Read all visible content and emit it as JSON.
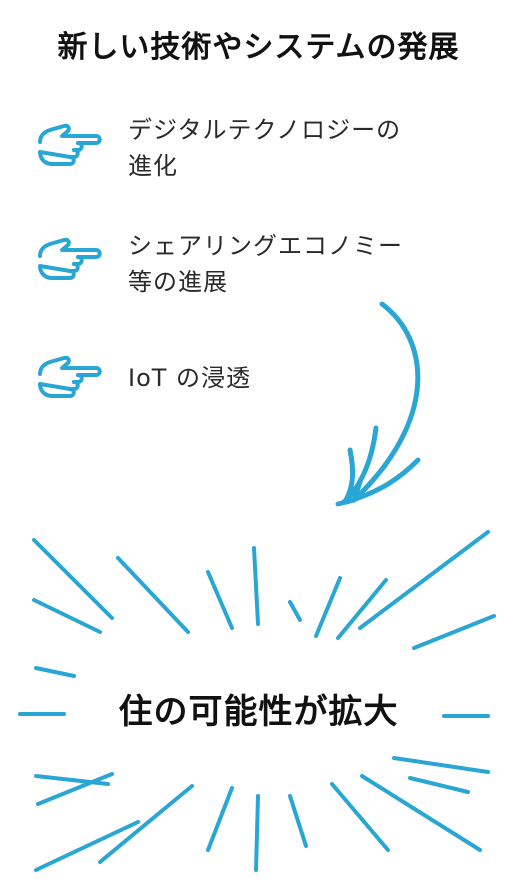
{
  "title": "新しい技術やシステムの発展",
  "items": [
    {
      "icon": "pointing-hand-icon",
      "line1": "デジタルテクノロジーの",
      "line2": "進化"
    },
    {
      "icon": "pointing-hand-icon",
      "line1": "シェアリングエコノミー",
      "line2": "等の進展"
    },
    {
      "icon": "pointing-hand-icon",
      "line1": "IoT の浸透",
      "line2": ""
    }
  ],
  "result": "住の可能性が拡大",
  "colors": {
    "accent": "#2aa6d4",
    "text": "#222222"
  }
}
